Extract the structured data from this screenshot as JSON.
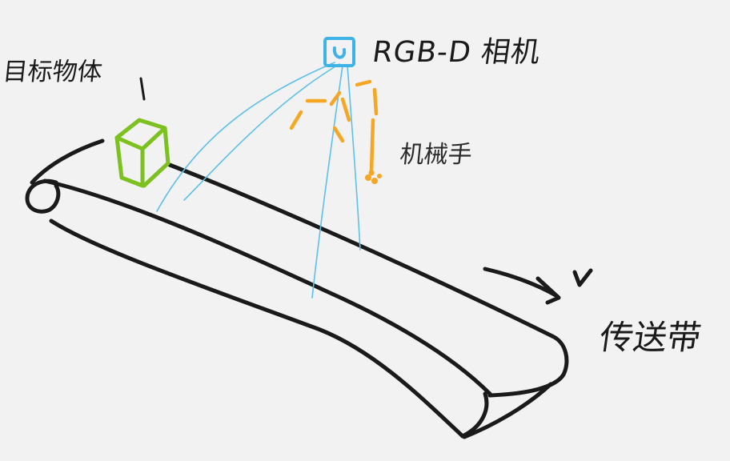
{
  "labels": {
    "target_object": "目标物体",
    "camera": "RGB-D 相机",
    "robot_arm": "机械手",
    "conveyor": "传送带"
  },
  "colors": {
    "background": "#f2f2f2",
    "ink": "#1a1a1a",
    "camera": "#3fb2e6",
    "camera_rays": "#5cc0ea",
    "robot_arm": "#f5a623",
    "target_object": "#7cc11f"
  }
}
